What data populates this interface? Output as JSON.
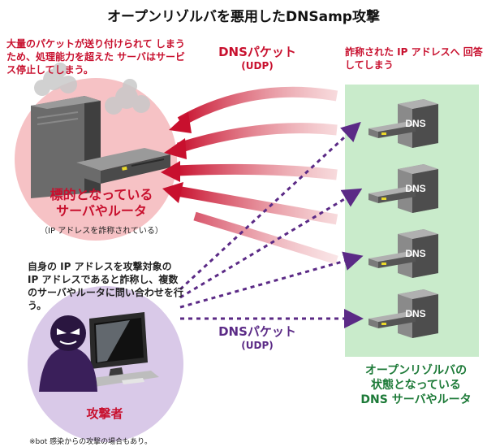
{
  "title": "オープンリゾルバを悪用したDNSamp攻撃",
  "victim_note": "大量のパケットが送り付けられて しまうため、処理能力を超えた サーバはサービス停止してしまう。",
  "dns_packet_top": {
    "main": "DNSパケット",
    "sub": "(UDP)"
  },
  "reply_note": "詐称された IP アドレスへ 回答してしまう",
  "victim_label": {
    "line1": "標的となっている",
    "line2": "サーバやルータ"
  },
  "victim_sub": "（IP アドレスを詐称されている）",
  "attacker_note": "自身の IP アドレスを攻撃対象の IP アドレスであると詐称し、複数のサーバやルータに問い合わせを行う。",
  "dns_packet_bottom": {
    "main": "DNSパケット",
    "sub": "(UDP)"
  },
  "attacker_label": "攻撃者",
  "footnote": "※bot 感染からの攻撃の場合もあり。",
  "resolver_label": {
    "line1": "オープンリゾルバの",
    "line2": "状態となっている",
    "line3": "DNS サーバやルータ"
  },
  "servers": [
    {
      "label": "DNS"
    },
    {
      "label": "DNS"
    },
    {
      "label": "DNS"
    },
    {
      "label": "DNS"
    }
  ],
  "colors": {
    "red": "#c8102e",
    "purple": "#5b2a86",
    "green": "#1d7a38",
    "green_bg": "#c9ebcb",
    "victim_bg": "#f7c7c9",
    "attacker_bg": "#d6c7e6"
  }
}
